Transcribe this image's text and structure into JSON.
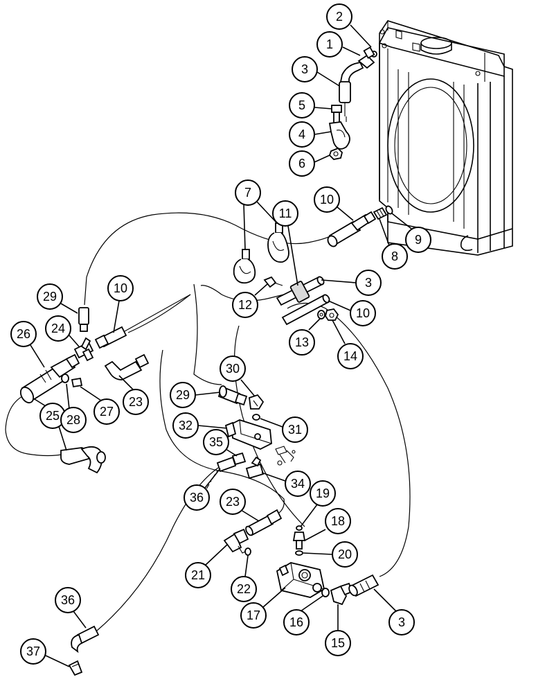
{
  "callouts": {
    "c1": "1",
    "c2": "2",
    "c3a": "3",
    "c3b": "3",
    "c3c": "3",
    "c4": "4",
    "c5": "5",
    "c6": "6",
    "c7": "7",
    "c8": "8",
    "c9": "9",
    "c10a": "10",
    "c10b": "10",
    "c10c": "10",
    "c11": "11",
    "c12": "12",
    "c13": "13",
    "c14": "14",
    "c15": "15",
    "c16": "16",
    "c17": "17",
    "c18": "18",
    "c19": "19",
    "c20": "20",
    "c21": "21",
    "c22": "22",
    "c23a": "23",
    "c23b": "23",
    "c24": "24",
    "c25": "25",
    "c26": "26",
    "c27": "27",
    "c28": "28",
    "c29a": "29",
    "c29b": "29",
    "c30": "30",
    "c31": "31",
    "c32": "32",
    "c34": "34",
    "c35": "35",
    "c36a": "36",
    "c36b": "36",
    "c37": "37"
  }
}
